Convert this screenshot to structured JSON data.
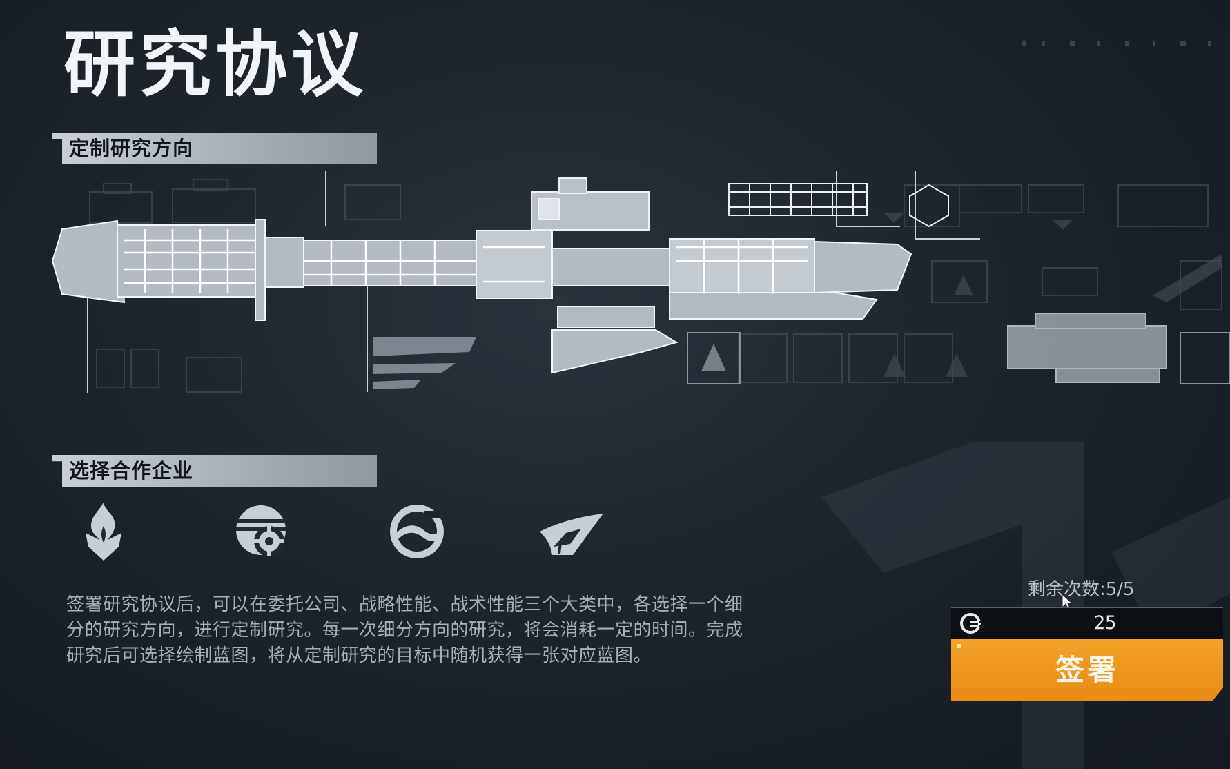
{
  "title": "研究协议",
  "sections": {
    "direction": {
      "label": "定制研究方向"
    },
    "partner": {
      "label": "选择合作企业"
    }
  },
  "partners": [
    {
      "icon": "flame-shield-icon"
    },
    {
      "icon": "globe-gear-icon"
    },
    {
      "icon": "circle-wave-icon"
    },
    {
      "icon": "wing-icon"
    }
  ],
  "description": "签署研究协议后，可以在委托公司、战略性能、战术性能三个大类中，各选择一个细分的研究方向，进行定制研究。每一次细分方向的研究，将会消耗一定的时间。完成研究后可选择绘制蓝图，将从定制研究的目标中随机获得一张对应蓝图。",
  "remaining": "剩余次数:5/5",
  "cost": {
    "icon": "research-token-icon",
    "value": "25"
  },
  "sign_button": {
    "label": "签署"
  },
  "colors": {
    "accent": "#f09a1f",
    "blueprint": "#e8edf2",
    "background": "#1d242c"
  }
}
